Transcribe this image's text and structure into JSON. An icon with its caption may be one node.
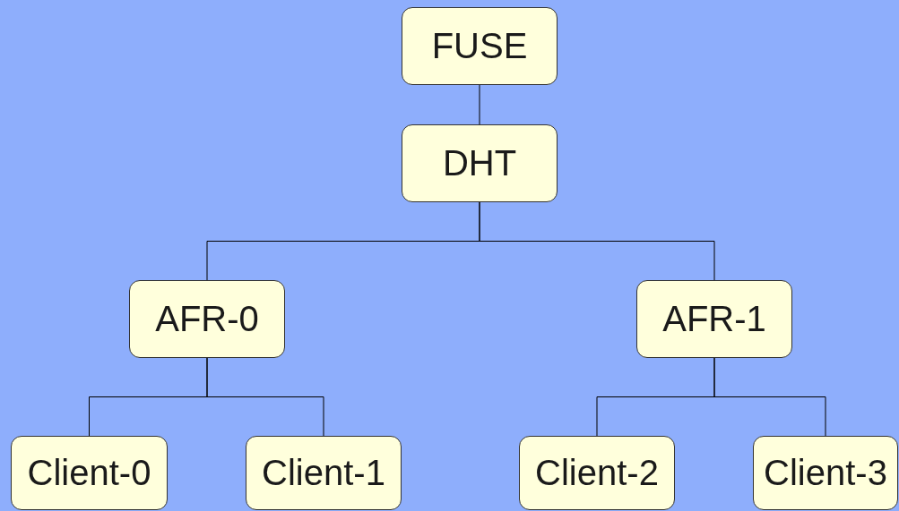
{
  "diagram": {
    "nodes": [
      {
        "text": [
          "FUSE"
        ]
      },
      {
        "text": [
          "DHT"
        ]
      },
      {
        "text": [
          "AFR-0"
        ]
      },
      {
        "text": [
          "AFR-1"
        ]
      },
      {
        "text": [
          "Client-0"
        ]
      },
      {
        "text": [
          "Client-1"
        ]
      },
      {
        "text": [
          "Client-2"
        ]
      },
      {
        "text": [
          "Client-3"
        ]
      }
    ],
    "edges": [
      {
        "from": 0,
        "to": 1,
        "arrow": "none"
      },
      {
        "from": 1,
        "to": 2,
        "arrow": "none"
      },
      {
        "from": 1,
        "to": 3,
        "arrow": "none"
      },
      {
        "from": 2,
        "to": 4,
        "arrow": "none"
      },
      {
        "from": 2,
        "to": 5,
        "arrow": "none"
      },
      {
        "from": 3,
        "to": 6,
        "arrow": "none"
      },
      {
        "from": 3,
        "to": 7,
        "arrow": "none"
      }
    ]
  }
}
